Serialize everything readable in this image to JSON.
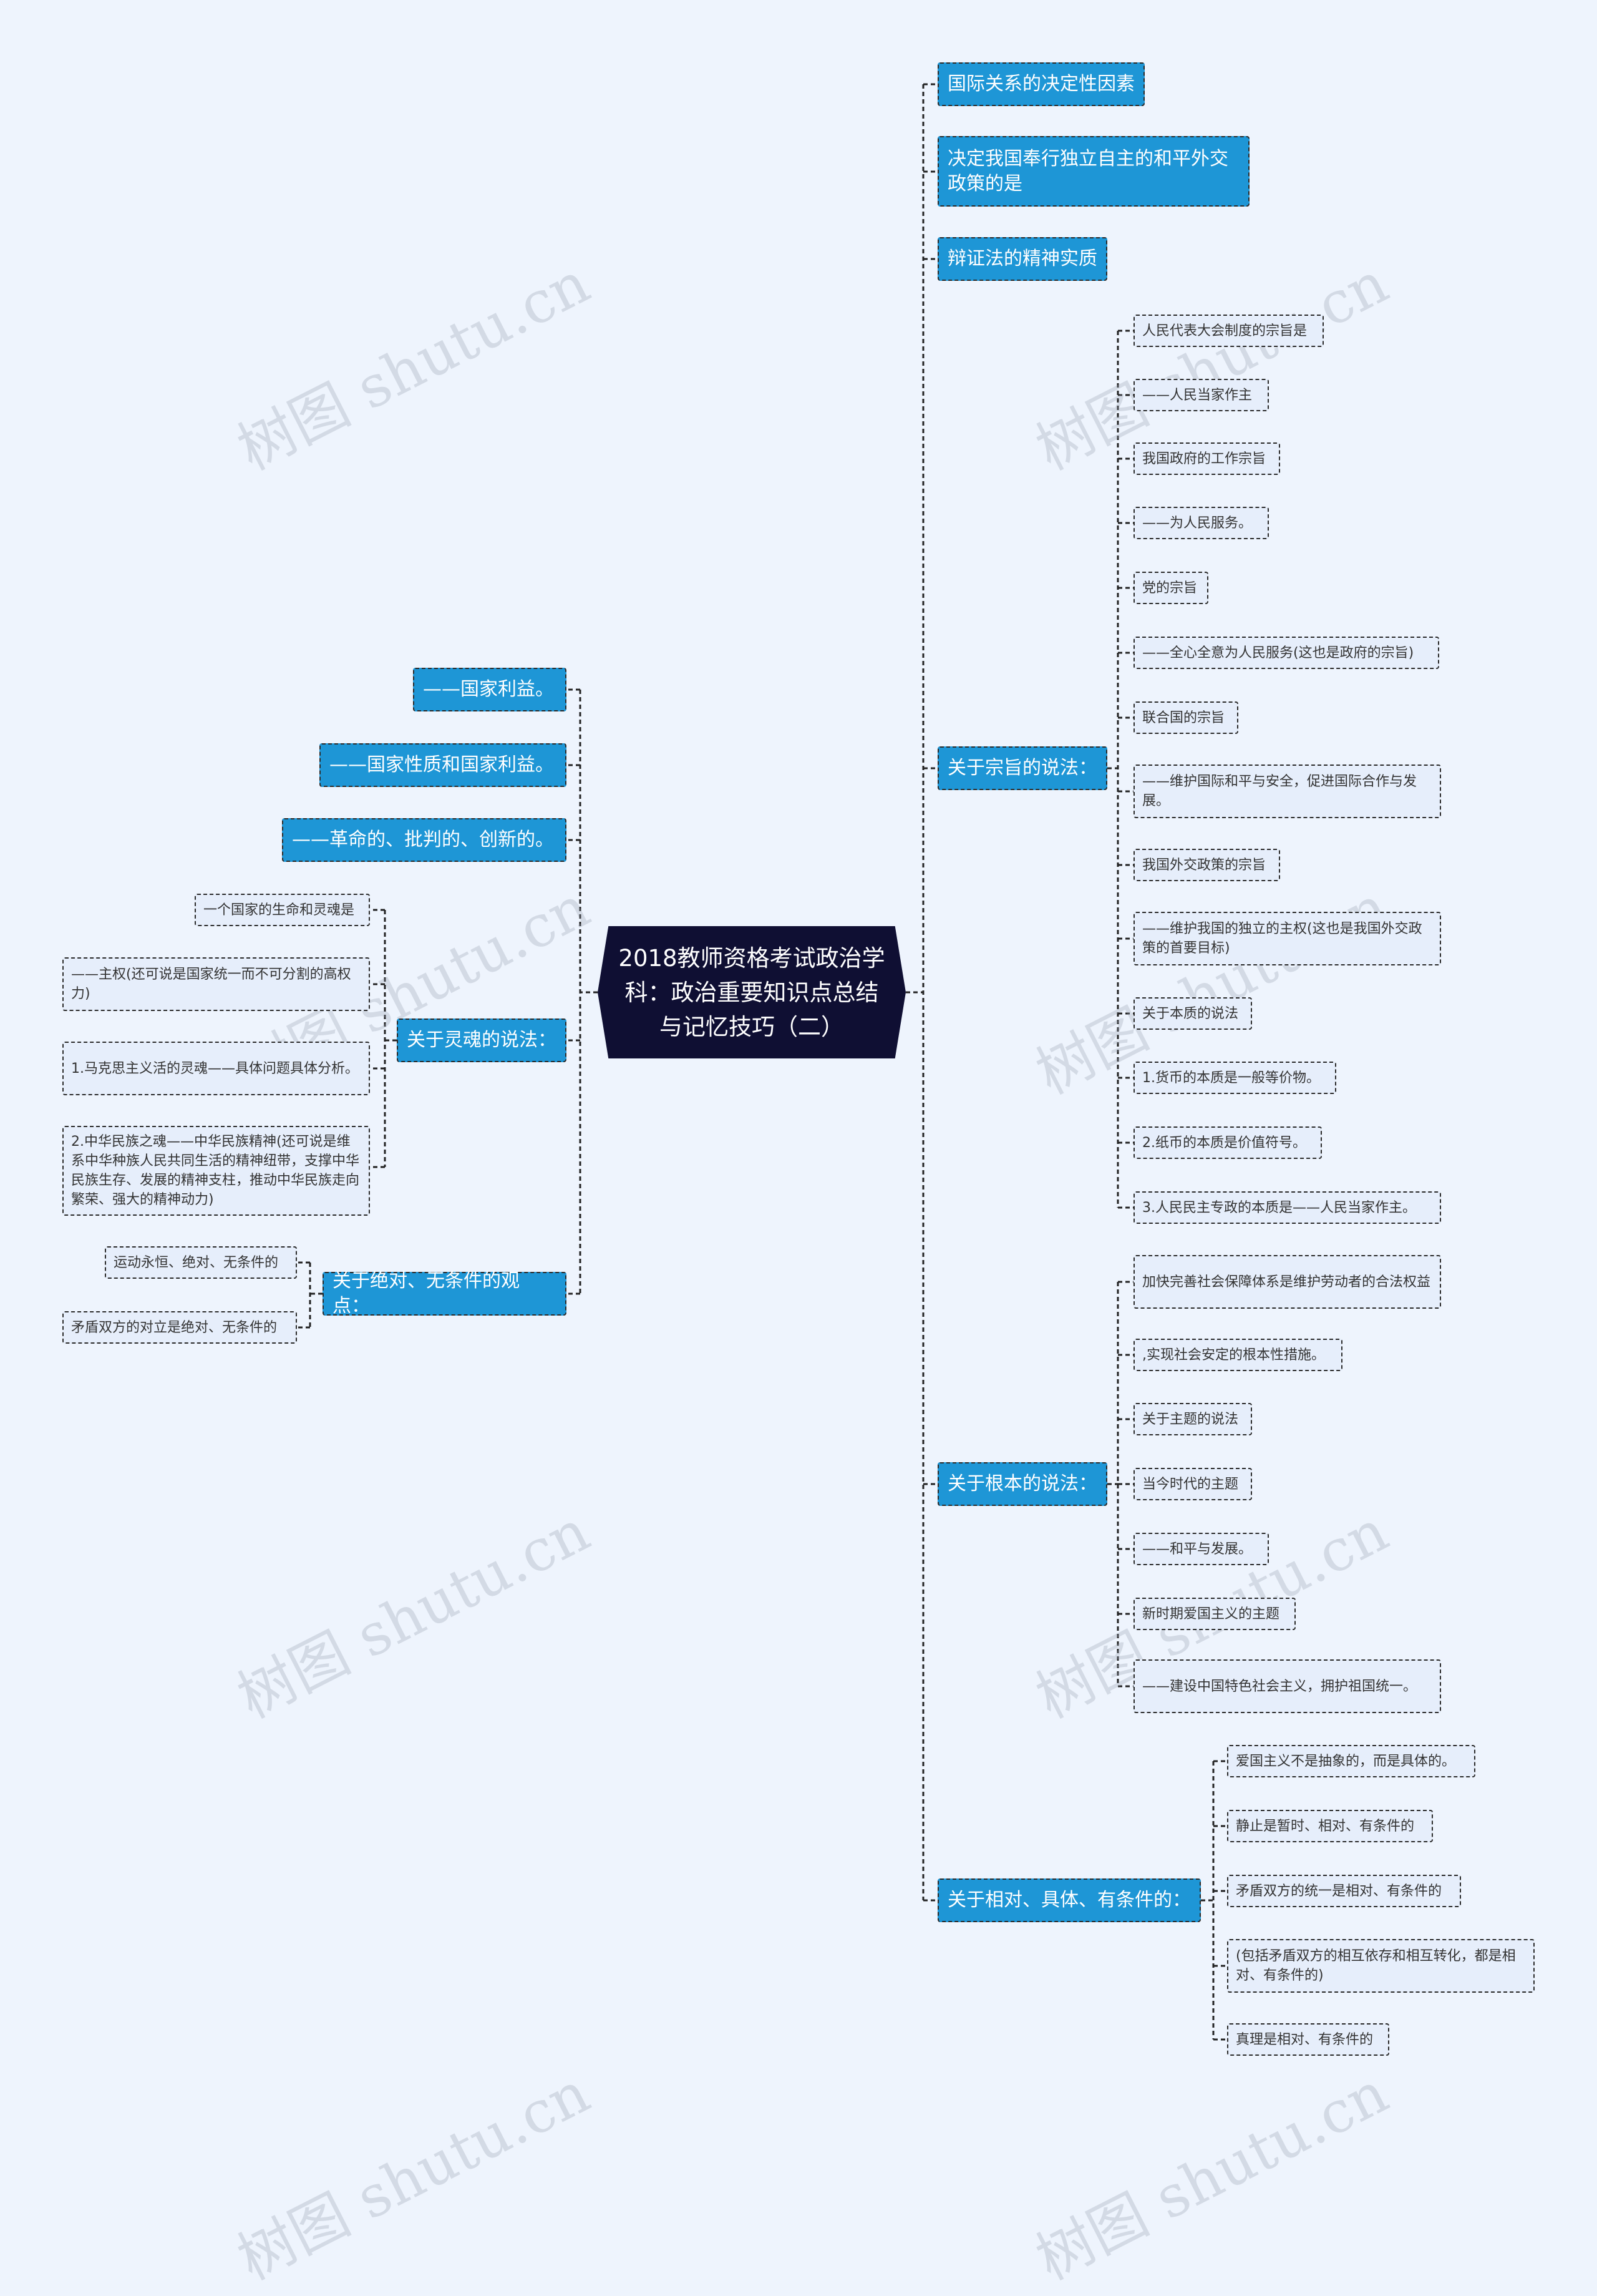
{
  "root": {
    "title": "2018教师资格考试政治学科：政治重要知识点总结与记忆技巧（二）"
  },
  "watermark": {
    "text": "树图 shutu.cn"
  },
  "right": {
    "n1": {
      "label": "国际关系的决定性因素"
    },
    "n2": {
      "label": "决定我国奉行独立自主的和平外交政策的是"
    },
    "n3": {
      "label": "辩证法的精神实质"
    },
    "n4": {
      "label": "关于宗旨的说法：",
      "items": [
        "人民代表大会制度的宗旨是",
        "——人民当家作主",
        "我国政府的工作宗旨",
        "——为人民服务。",
        "党的宗旨",
        "——全心全意为人民服务(这也是政府的宗旨)",
        "联合国的宗旨",
        "——维护国际和平与安全，促进国际合作与发展。",
        "我国外交政策的宗旨",
        "——维护我国的独立的主权(这也是我国外交政策的首要目标)",
        "关于本质的说法",
        "1.货币的本质是一般等价物。",
        "2.纸币的本质是价值符号。",
        "3.人民民主专政的本质是——人民当家作主。"
      ]
    },
    "n5": {
      "label": "关于根本的说法：",
      "items": [
        "加快完善社会保障体系是维护劳动者的合法权益",
        ",实现社会安定的根本性措施。",
        "关于主题的说法",
        "当今时代的主题",
        "——和平与发展。",
        "新时期爱国主义的主题",
        "——建设中国特色社会主义，拥护祖国统一。"
      ]
    },
    "n6": {
      "label": "关于相对、具体、有条件的：",
      "items": [
        "爱国主义不是抽象的，而是具体的。",
        "静止是暂时、相对、有条件的",
        "矛盾双方的统一是相对、有条件的",
        "(包括矛盾双方的相互依存和相互转化，都是相对、有条件的)",
        "真理是相对、有条件的"
      ]
    }
  },
  "left": {
    "n1": {
      "label": "——国家利益。"
    },
    "n2": {
      "label": "——国家性质和国家利益。"
    },
    "n3": {
      "label": "——革命的、批判的、创新的。"
    },
    "n4": {
      "label": "关于灵魂的说法：",
      "items": [
        "一个国家的生命和灵魂是",
        "——主权(还可说是国家统一而不可分割的高权力)",
        "1.马克思主义活的灵魂——具体问题具体分析。",
        "2.中华民族之魂——中华民族精神(还可说是维系中华种族人民共同生活的精神纽带，支撑中华民族生存、发展的精神支柱，推动中华民族走向繁荣、强大的精神动力)"
      ]
    },
    "n5": {
      "label": "关于绝对、无条件的观点：",
      "items": [
        "运动永恒、绝对、无条件的",
        "矛盾双方的对立是绝对、无条件的"
      ]
    }
  }
}
